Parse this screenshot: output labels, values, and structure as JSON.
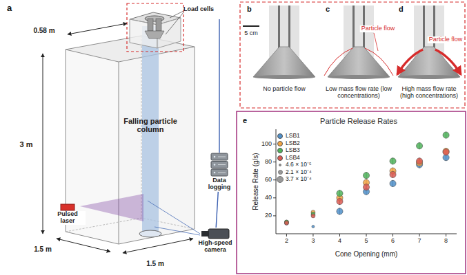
{
  "diagram": {
    "nodes": [
      {
        "text": [
          "Falling particle column"
        ]
      },
      {
        "text": [
          "Data logging"
        ]
      },
      {
        "text": [
          "High-speed camera"
        ]
      },
      {
        "text": [
          "Pulsed laser"
        ]
      }
    ],
    "edges": [
      {
        "from": 2,
        "to": 1,
        "arrow": "none"
      }
    ],
    "labels": [
      "a",
      "0.58 m",
      "Load cells",
      "3 m",
      "1.5 m",
      "1.5 m",
      "b",
      "5 cm",
      "No particle flow",
      "c",
      "Particle flow",
      "Low mass flow rate (low concentrations)",
      "d",
      "Particle flow",
      "High mass flow rate (high concentrations)",
      "e",
      "Particle Release Rates",
      "20",
      "40",
      "60",
      "80",
      "100",
      "2",
      "3",
      "4",
      "5",
      "6",
      "7",
      "8",
      "Release Rate (g/s)",
      "Cone Opening (mm)"
    ],
    "legend": [
      {
        "text": "LSB1",
        "color": "#4f8fc9"
      },
      {
        "text": "LSB2",
        "color": "#f3a443"
      },
      {
        "text": "LSB3",
        "color": "#4fb35a"
      },
      {
        "text": "LSB4",
        "color": "#db5a52"
      },
      {
        "text": "4.6 × 10⁻⁵"
      },
      {
        "text": "2.1 × 10⁻⁴"
      },
      {
        "text": "3.7 × 10⁻⁴"
      }
    ]
  }
}
